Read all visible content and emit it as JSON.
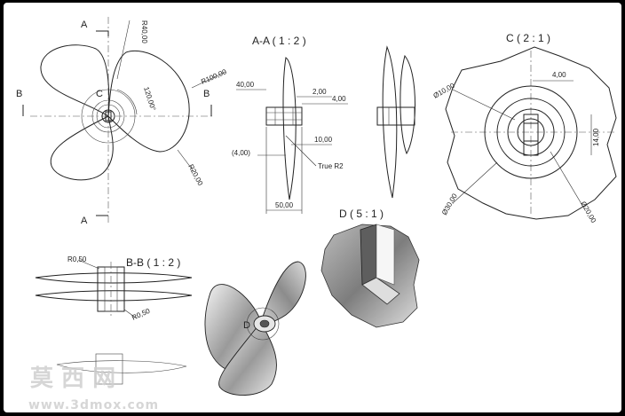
{
  "front_view": {
    "section_a_top": "A",
    "section_a_bottom": "A",
    "section_b_left": "B",
    "section_b_right": "B",
    "detail_c": "C",
    "r40": "R40,00",
    "r100": "R100,00",
    "r20": "R20,00",
    "angle": "120,00°"
  },
  "section_aa": {
    "title": "A-A  ( 1 : 2 )",
    "d40": "40,00",
    "d2": "2,00",
    "d4": "4,00",
    "d10": "10,00",
    "d4p": "(4,00)",
    "true_r2": "True R2",
    "d50": "50,00"
  },
  "detail_c": {
    "title": "C  ( 2 : 1 )",
    "d4": "4,00",
    "dia10": "Ø10,00",
    "d14": "14,00",
    "dia30": "Ø30,00",
    "dia20": "Ø20,00"
  },
  "section_bb": {
    "title": "B-B  ( 1 : 2 )",
    "r05_top": "R0,50",
    "r05_bottom": "R0,50"
  },
  "detail_d": {
    "title": "D  ( 5 : 1 )"
  },
  "iso_view": {
    "label_d": "D"
  },
  "watermark": {
    "text": "莫 西 网",
    "url": "www.3dmox.com"
  }
}
